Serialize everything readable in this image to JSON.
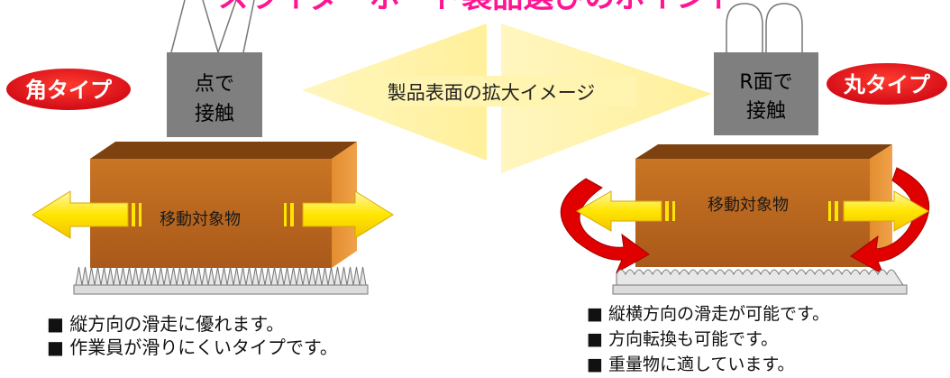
{
  "title": "スライダーボード製品選びのポイント",
  "center_label": "製品表面の拡大イメージ",
  "left": {
    "type_badge": "角タイプ",
    "contact_line1": "点で",
    "contact_line2": "接触",
    "object_label": "移動対象物",
    "bullets": [
      "■ 縦方向の滑走に優れます。",
      "■ 作業員が滑りにくいタイプです。"
    ]
  },
  "right": {
    "type_badge": "丸タイプ",
    "contact_line1": "R面で",
    "contact_line2": "接触",
    "object_label": "移動対象物",
    "bullets": [
      "■ 縦横方向の滑走が可能です。",
      "■ 方向転換も可能です。",
      "■ 重量物に適しています。"
    ]
  },
  "colors": {
    "title": "#ff1493",
    "badge_fill": "#e60012",
    "badge_text": "#ffffff",
    "contact_box": "#7f7f7f",
    "box_front": "#b8651c",
    "box_side": "#e08a2c",
    "box_top": "#8a4a12",
    "banner": "#fff3a0",
    "arrow": "#ffe600",
    "rotate_arrow": "#e00000"
  }
}
